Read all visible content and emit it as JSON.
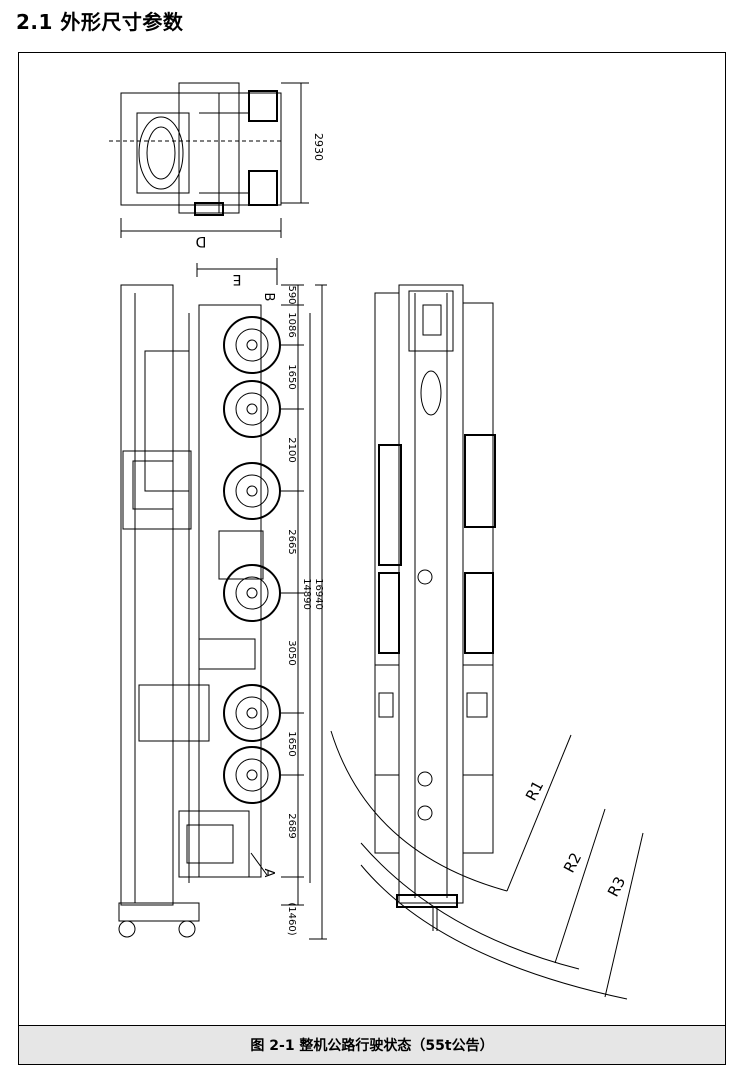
{
  "section": {
    "heading": "2.1 外形尺寸参数"
  },
  "figure": {
    "caption": "图 2-1 整机公路行驶状态（55t公告）",
    "top_view": {
      "dim_width": "2930",
      "dim_d": "D"
    },
    "side_view": {
      "label_e": "E",
      "label_b": "B",
      "label_a": "A",
      "dims": [
        "590",
        "1086",
        "1650",
        "2100",
        "2665",
        "3050",
        "1650",
        "2689",
        "(1460)"
      ],
      "dim_total_1": "14890",
      "dim_total_2": "16940"
    },
    "plan_view": {
      "radius_labels": [
        "R1",
        "R2",
        "R3"
      ]
    }
  }
}
